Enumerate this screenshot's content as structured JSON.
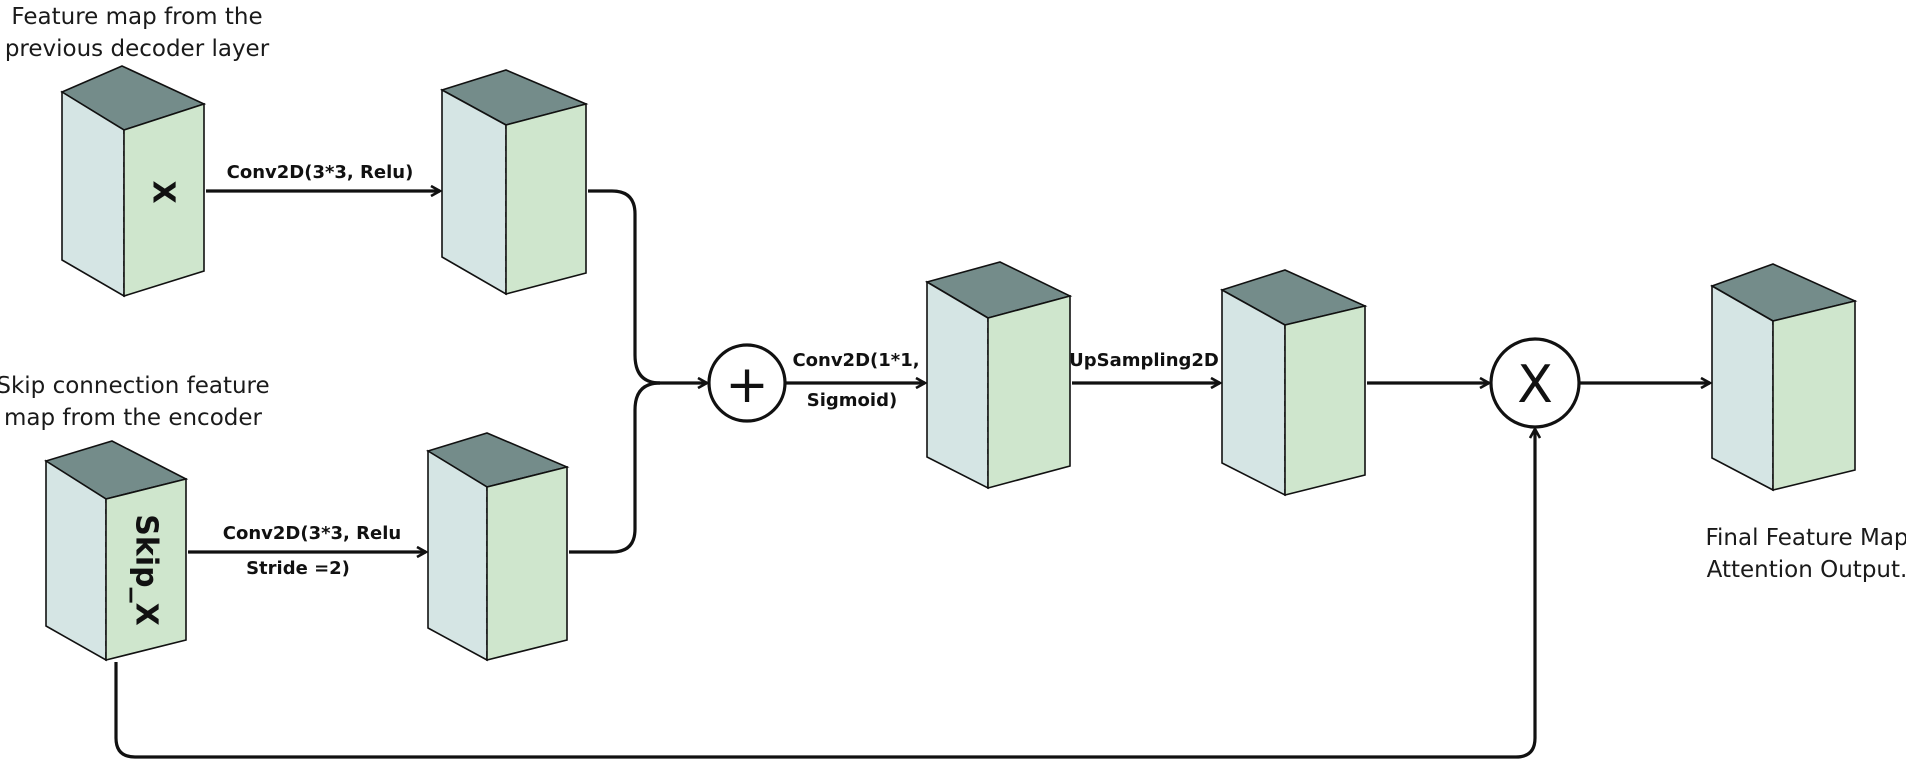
{
  "captions": {
    "prev_decoder_line1": "Feature map from the",
    "prev_decoder_line2": "previous decoder layer",
    "skip_line1": "Skip connection feature",
    "skip_line2": "map from the encoder",
    "final_line1": "Final Feature Map",
    "final_line2": "Attention Output."
  },
  "blocks": {
    "x_label": "X",
    "skip_label": "Skip_X"
  },
  "operations": {
    "conv_top": "Conv2D(3*3, Relu)",
    "conv_bottom_line1": "Conv2D(3*3, Relu",
    "conv_bottom_line2": "Stride =2)",
    "conv_sigmoid_line1": "Conv2D(1*1,",
    "conv_sigmoid_line2": "Sigmoid)",
    "upsampling": "UpSampling2D",
    "add_symbol": "+",
    "multiply_symbol": "X"
  },
  "colors": {
    "top_face": "#748c8a",
    "front_face": "#d5e5e4",
    "side_face": "#cfe6cd",
    "line": "#111111"
  }
}
